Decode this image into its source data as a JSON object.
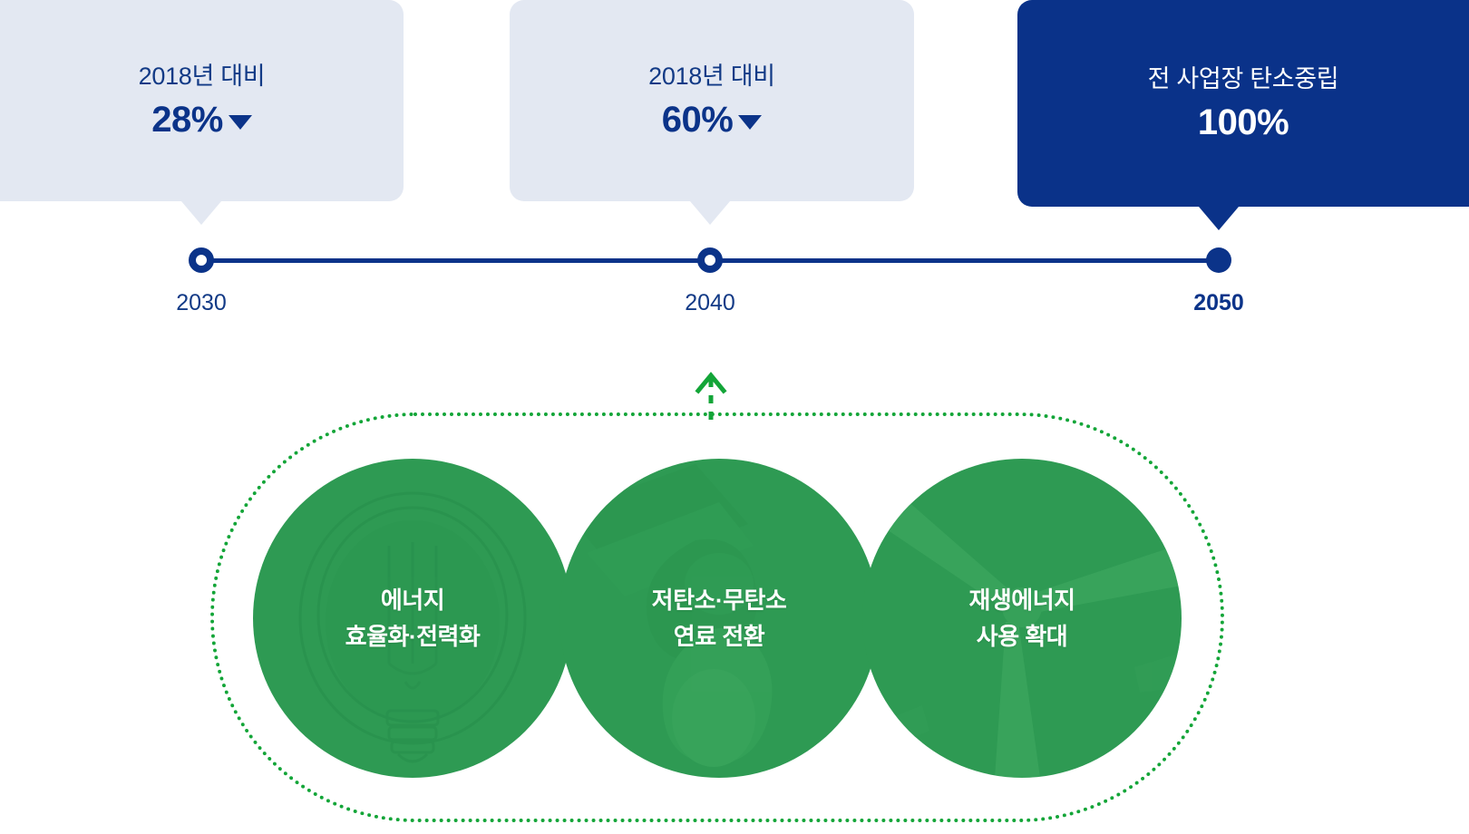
{
  "theme": {
    "navy": "#0A3289",
    "navy_text": "#0B3389",
    "card_light_bg": "#E3E8F2",
    "green": "#2E9A53",
    "green_accent": "#13A538",
    "white": "#FFFFFF"
  },
  "roadmap": {
    "milestones": [
      {
        "id": "2030",
        "label": "2018년 대비",
        "value": "28%",
        "trend_icon": "triangle-down-icon",
        "year": "2030",
        "style": "light",
        "marker": "hollow",
        "current": false
      },
      {
        "id": "2040",
        "label": "2018년 대비",
        "value": "60%",
        "trend_icon": "triangle-down-icon",
        "year": "2040",
        "style": "light",
        "marker": "hollow",
        "current": false
      },
      {
        "id": "2050",
        "label": "전 사업장 탄소중립",
        "value": "100%",
        "trend_icon": "none",
        "year": "2050",
        "style": "dark",
        "marker": "solid",
        "current": true
      }
    ]
  },
  "levers": {
    "arrow_icon": "arrow-up-dashed-icon",
    "group_border": "dotted-capsule",
    "items": [
      {
        "line1": "에너지",
        "line2": "효율화·전력화",
        "art": "lightbulb-icon"
      },
      {
        "line1": "저탄소·무탄소",
        "line2": "연료 전환",
        "art": "fuel-bottle-icon"
      },
      {
        "line1": "재생에너지",
        "line2": "사용 확대",
        "art": "wind-turbine-icon"
      }
    ]
  }
}
